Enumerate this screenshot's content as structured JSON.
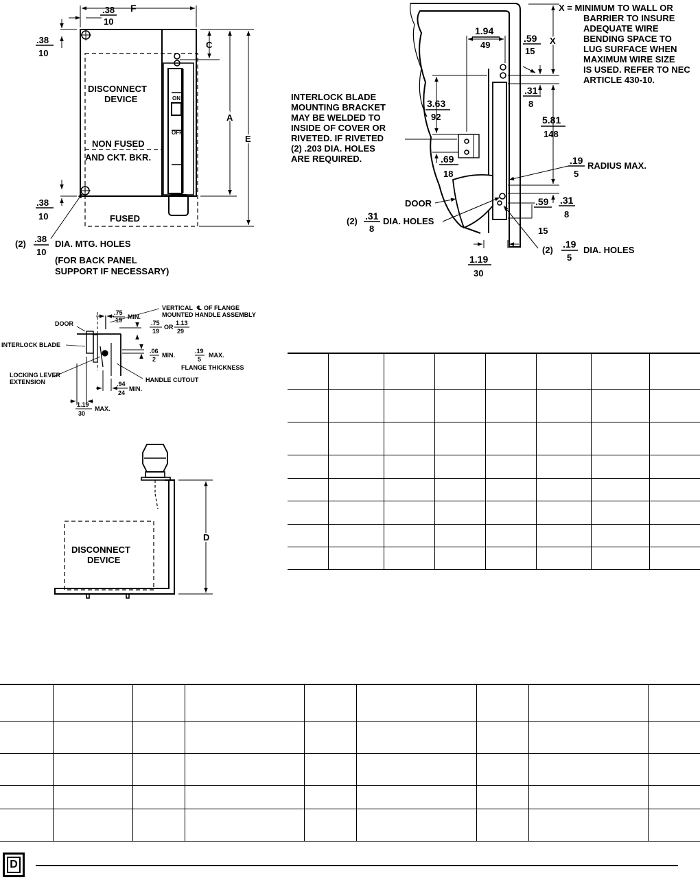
{
  "fig1": {
    "dim_top_num": ".38",
    "dim_top_den": "10",
    "dim_f": "F",
    "dim_left_top_num": ".38",
    "dim_left_top_den": "10",
    "dim_c": "C",
    "dim_a": "A",
    "dim_e": "E",
    "device_line1": "DISCONNECT",
    "device_line2": "DEVICE",
    "nonfused_line1": "NON FUSED",
    "nonfused_line2": "AND CKT. BKR.",
    "fused": "FUSED",
    "dim_left_bot_num": ".38",
    "dim_left_bot_den": "10",
    "holes_prefix": "(2)",
    "holes_num": ".38",
    "holes_den": "10",
    "holes_label": "DIA. MTG. HOLES",
    "holes_note1": "(FOR BACK PANEL",
    "holes_note2": "SUPPORT IF NECESSARY)",
    "switch_on": "ON",
    "switch_off": "OFF"
  },
  "fig2": {
    "x_note": [
      "X = MINIMUM TO WALL OR",
      "BARRIER TO INSURE",
      "ADEQUATE WIRE",
      "BENDING SPACE TO",
      "LUG SURFACE WHEN",
      "MAXIMUM WIRE SIZE",
      "IS USED. REFER TO NEC",
      "ARTICLE 430-10."
    ],
    "dim_x": "X",
    "d194_num": "1.94",
    "d194_den": "49",
    "d059_num": ".59",
    "d059_den": "15",
    "d031_num": ".31",
    "d031_den": "8",
    "d581_num": "5.81",
    "d581_den": "148",
    "d019_num": ".19",
    "d019_den": "5",
    "radius_label": "RADIUS MAX.",
    "d363_num": "3.63",
    "d363_den": "92",
    "d069_num": ".69",
    "d069_den": "18",
    "bracket_note": [
      "INTERLOCK BLADE",
      "MOUNTING BRACKET",
      "MAY BE WELDED TO",
      "INSIDE OF COVER OR",
      "RIVETED.  IF RIVETED",
      "(2) .203 DIA. HOLES",
      "ARE REQUIRED."
    ],
    "door": "DOOR",
    "holes_a_prefix": "(2)",
    "holes_a_num": ".31",
    "holes_a_den": "8",
    "holes_a_label": "DIA. HOLES",
    "d031b_num": ".31",
    "d031b_den": "8",
    "d059b_num": ".59",
    "d059b_den": "15",
    "holes_b_prefix": "(2)",
    "holes_b_num": ".19",
    "holes_b_den": "5",
    "holes_b_label": "DIA. HOLES",
    "d119_num": "1.19",
    "d119_den": "30"
  },
  "fig3": {
    "vertical_note1": "VERTICAL",
    "vertical_note1b": "OF FLANGE",
    "vertical_note2": "MOUNTED HANDLE ASSEMBLY",
    "d075_num": ".75",
    "d075_den": "19",
    "min_label": "MIN.",
    "door": "DOOR",
    "d075b_num": ".75",
    "d075b_den": "19",
    "or_label": "OR",
    "d113_num": "1.13",
    "d113_den": "29",
    "interlock_blade": "INTERLOCK BLADE",
    "d006_num": ".06",
    "d006_den": "2",
    "min_label2": "MIN.",
    "d019_num": ".19",
    "d019_den": "5",
    "max_label": "MAX.",
    "flange_thickness": "FLANGE THICKNESS",
    "locking_lever1": "LOCKING LEVER",
    "locking_lever2": "EXTENSION",
    "handle_cutout": "HANDLE CUTOUT",
    "d094_num": ".94",
    "d094_den": "24",
    "min_label3": "MIN.",
    "d119_num": "1.19",
    "d119_den": "30",
    "max_label2": "MAX."
  },
  "fig4": {
    "device_line1": "DISCONNECT",
    "device_line2": "DEVICE",
    "dim_d": "D"
  }
}
